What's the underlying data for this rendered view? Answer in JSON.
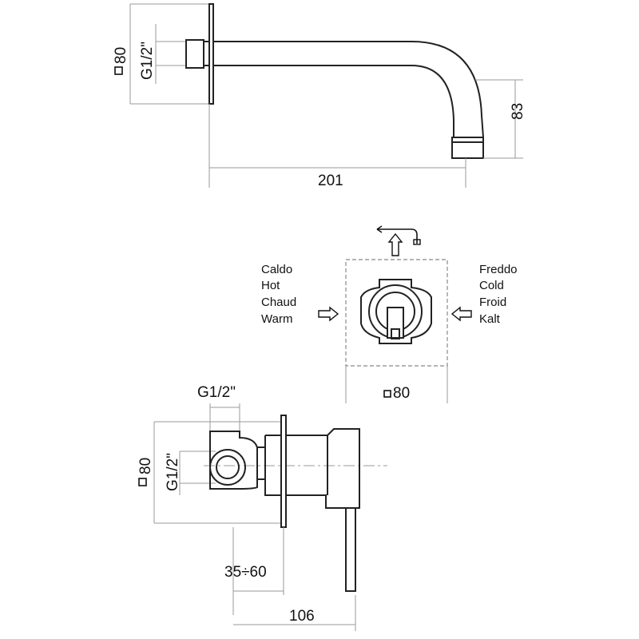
{
  "spout": {
    "square_label": "80",
    "thread_label": "G1/2\"",
    "length_label": "201",
    "height_label": "83"
  },
  "plan": {
    "hot_labels": [
      "Caldo",
      "Hot",
      "Chaud",
      "Warm"
    ],
    "cold_labels": [
      "Freddo",
      "Cold",
      "Froid",
      "Kalt"
    ],
    "square_label": "80"
  },
  "mixer": {
    "top_thread_label": "G1/2\"",
    "square_label": "80",
    "side_thread_label": "G1/2\"",
    "depth_label": "35÷60",
    "length_label": "106"
  },
  "icons": [
    "square-icon",
    "arrow-right-icon",
    "arrow-left-icon",
    "arrow-up-icon",
    "spout-icon"
  ]
}
